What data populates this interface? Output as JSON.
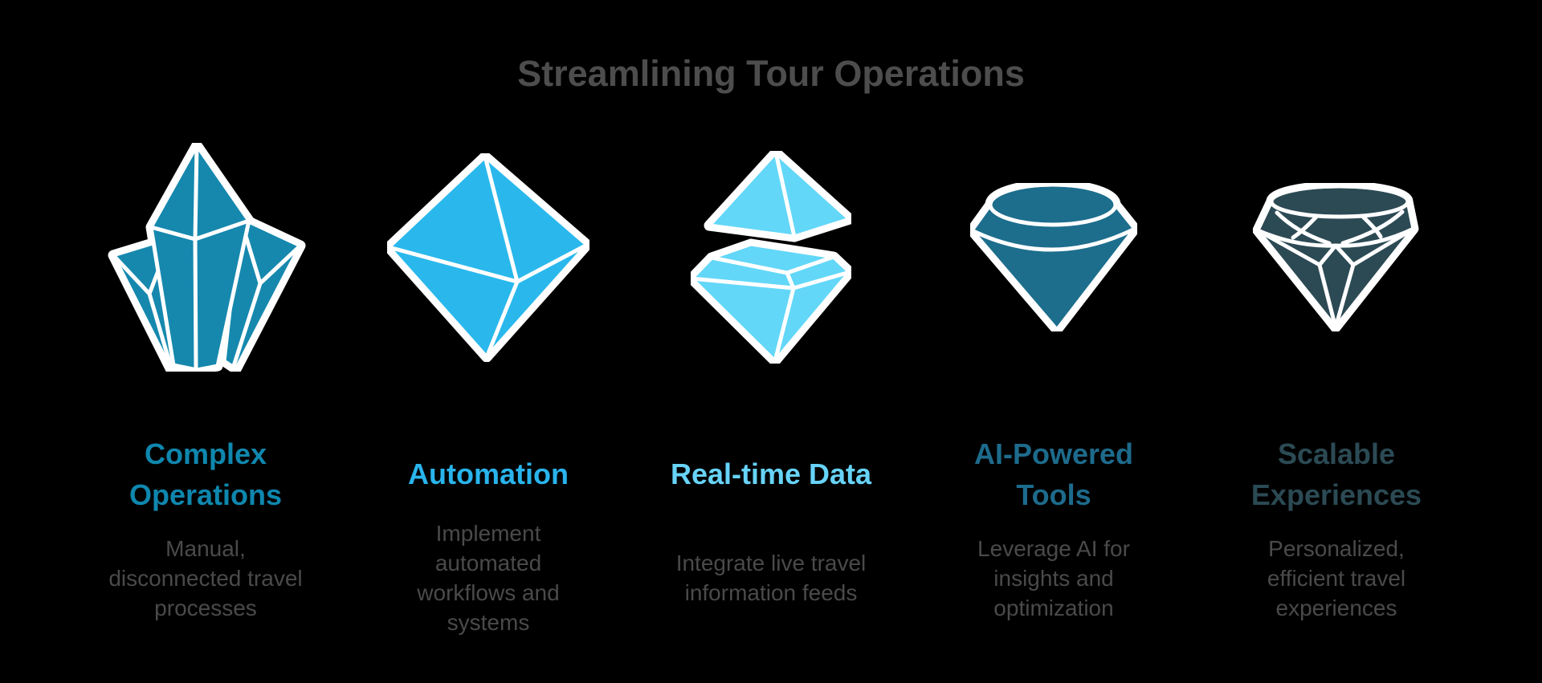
{
  "background_color": "#000000",
  "stroke_color": "#ffffff",
  "description_color": "#4a4a4a",
  "title": {
    "text": "Streamlining Tour Operations",
    "color": "#4d4d4d"
  },
  "columns": [
    {
      "icon": "crystal-cluster",
      "icon_color": "#1688ae",
      "heading": "Complex\nOperations",
      "heading_color": "#0f87ae",
      "description": "Manual,\ndisconnected travel\nprocesses"
    },
    {
      "icon": "octahedron",
      "icon_color": "#2ab8ec",
      "heading": "Automation",
      "heading_color": "#29b4ec",
      "description": "Implement\nautomated\nworkflows and\nsystems"
    },
    {
      "icon": "split-gem",
      "icon_color": "#63d7f8",
      "heading": "Real-time Data",
      "heading_color": "#67d3f8",
      "description": "Integrate live travel\ninformation feeds"
    },
    {
      "icon": "cone-gem",
      "icon_color": "#1d6e8d",
      "heading": "AI-Powered\nTools",
      "heading_color": "#1d6b8c",
      "description": "Leverage AI for\ninsights and\noptimization"
    },
    {
      "icon": "brilliant-diamond",
      "icon_color": "#2c4a54",
      "heading": "Scalable\nExperiences",
      "heading_color": "#2b4a54",
      "description": "Personalized,\nefficient travel\nexperiences"
    }
  ]
}
